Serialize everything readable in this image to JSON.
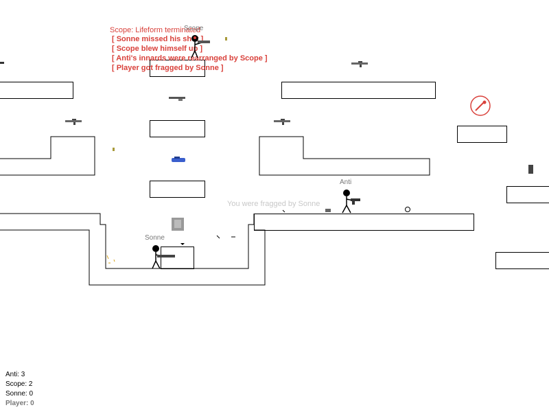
{
  "hud": {
    "status_message": "Scope: Lifeform terminated",
    "kill_feed": [
      "[ Sonne missed his shot ]",
      "[ Scope blew himself up ]",
      "[ Anti's innards were rearranged by Scope ]",
      "[ Player got fragged by Sonne ]"
    ],
    "center_notice": "You were fragged by Sonne"
  },
  "players": [
    {
      "name": "Scope"
    },
    {
      "name": "Anti"
    },
    {
      "name": "Sonne"
    }
  ],
  "scoreboard": [
    {
      "label": "Anti: 3"
    },
    {
      "label": "Scope: 2"
    },
    {
      "label": "Sonne: 0"
    },
    {
      "label": "Player: 0"
    }
  ],
  "colors": {
    "kill_feed": "#d9413b",
    "name_tag": "#777777",
    "notice": "#c8c8c8",
    "pickup_health": "#d9413b",
    "pickup_blue": "#3a5fcd"
  },
  "icons": {
    "weapons": [
      "rifle-icon",
      "shotgun-icon",
      "blue-blaster-icon",
      "pistol-icon"
    ],
    "pickups": [
      "health-pickup-icon",
      "armor-pickup-icon",
      "grenade-icon",
      "ammo-shell-icon"
    ]
  }
}
